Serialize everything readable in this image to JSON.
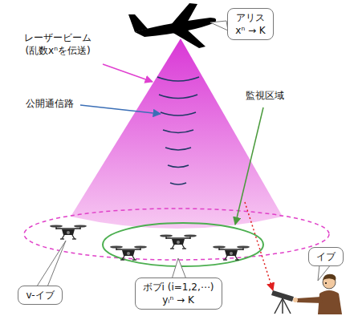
{
  "diagram": {
    "nodes": [
      {
        "text": [
          "アリス",
          "xⁿ → K"
        ]
      },
      {
        "text": [
          "v-イブ"
        ]
      },
      {
        "text": [
          "ボブi (i=1,2,⋯)",
          "yᵢⁿ → K"
        ]
      },
      {
        "text": [
          "イブ"
        ]
      }
    ],
    "labels": [
      "レーザービーム (乱数xⁿを伝送)",
      "公開通信路",
      "監視区域"
    ]
  }
}
